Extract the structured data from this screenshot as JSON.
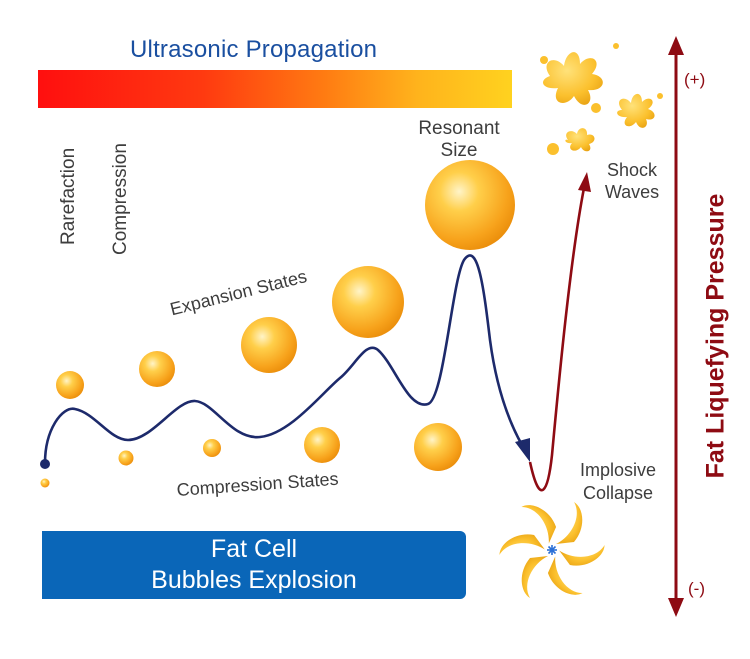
{
  "title": "Ultrasonic Propagation",
  "labels": {
    "rarefaction": "Rarefaction",
    "compression": "Compression",
    "resonant_size": [
      "Resonant",
      "Size"
    ],
    "expansion_states": "Expansion States",
    "compression_states": "Compression States",
    "shock_waves": [
      "Shock",
      "Waves"
    ],
    "implosive_collapse": [
      "Implosive",
      "Collapse"
    ],
    "fat_cell": [
      "Fat Cell",
      "Bubbles Explosion"
    ],
    "pressure_axis": "Fat Liquefying Pressure",
    "plus": "(+)",
    "minus": "(-)"
  },
  "colors": {
    "title_blue": "#1a4fa0",
    "wave_navy": "#1d2a6b",
    "pressure_red": "#8e0b13",
    "box_blue": "#0a66b8",
    "bubble_orange": "#f7a21b",
    "gradient_start": "#ff0f0f",
    "gradient_end": "#ffd21f"
  }
}
